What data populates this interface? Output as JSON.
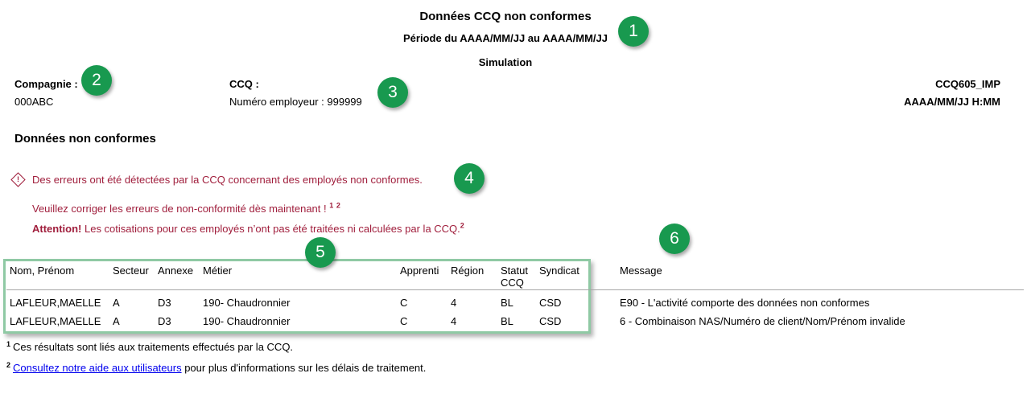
{
  "header": {
    "title": "Données CCQ non conformes",
    "period": "Période du AAAA/MM/JJ au AAAA/MM/JJ",
    "mode": "Simulation"
  },
  "info": {
    "company_label": "Compagnie :",
    "company_value": "000ABC",
    "ccq_label": "CCQ :",
    "employer_number": "Numéro employeur : 999999",
    "report_code": "CCQ605_IMP",
    "report_datetime": "AAAA/MM/JJ H:MM"
  },
  "section": {
    "title": "Données non conformes"
  },
  "warning": {
    "icon_char": "!",
    "line1": "Des erreurs ont été détectées par la CCQ concernant des employés non conformes.",
    "line2": "Veuillez corriger les erreurs de non-conformité dès maintenant !",
    "line2_sup1": "1",
    "line2_sup2": "2",
    "line3_bold": "Attention!",
    "line3_text": " Les cotisations pour ces employés n’ont pas été traitées ni calculées par la CCQ.",
    "line3_sup": "2"
  },
  "table": {
    "headers": [
      "Nom, Prénom",
      "Secteur",
      "Annexe",
      "Métier",
      "Apprenti",
      "Région",
      "Statut CCQ",
      "Syndicat",
      "Message"
    ],
    "rows": [
      [
        "LAFLEUR,MAELLE",
        "A",
        "D3",
        "190- Chaudronnier",
        "C",
        "4",
        "BL",
        "CSD",
        "E90 - L'activité comporte des données non conformes"
      ],
      [
        "LAFLEUR,MAELLE",
        "A",
        "D3",
        "190- Chaudronnier",
        "C",
        "4",
        "BL",
        "CSD",
        "6 - Combinaison NAS/Numéro de client/Nom/Prénom invalide"
      ]
    ]
  },
  "footnotes": {
    "fn1_sup": "1",
    "fn1_text": "Ces résultats sont liés aux traitements effectués par la CCQ.",
    "fn2_sup": "2",
    "fn2_link": "Consultez notre aide aux utilisateurs",
    "fn2_text": " pour plus d'informations sur les délais de traitement."
  },
  "badges": [
    "1",
    "2",
    "3",
    "4",
    "5",
    "6"
  ],
  "colors": {
    "badge_green": "#18994f",
    "highlight_green": "#8fc9a4",
    "error_red": "#a01e3c",
    "link_blue": "#0000ee"
  }
}
